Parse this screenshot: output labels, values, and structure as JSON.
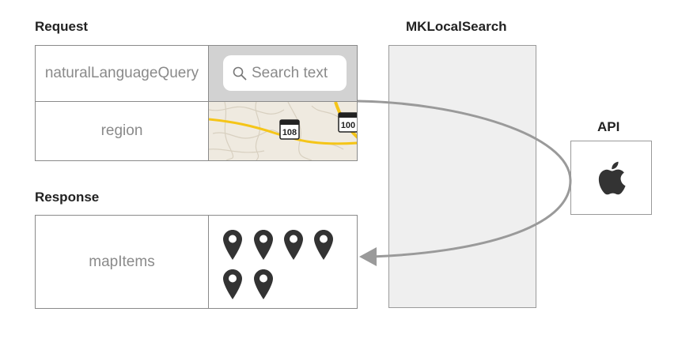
{
  "request": {
    "title": "Request",
    "natural_language_query_label": "naturalLanguageQuery",
    "search_placeholder": "Search text",
    "region_label": "region",
    "map_shields": [
      "108",
      "100"
    ]
  },
  "response": {
    "title": "Response",
    "map_items_label": "mapItems",
    "pin_count": 6
  },
  "mklocalsearch": {
    "title": "MKLocalSearch"
  },
  "api": {
    "title": "API",
    "icon": "apple-logo-icon"
  },
  "colors": {
    "border": "#8a8a8a",
    "label_text": "#8a8a8a",
    "title_text": "#222222",
    "query_cell_bg": "#d2d2d2",
    "map_bg": "#efeae0",
    "map_road": "#f5c518",
    "service_box_bg": "#efefef",
    "arrow": "#9a9a9a",
    "pin": "#333333"
  }
}
